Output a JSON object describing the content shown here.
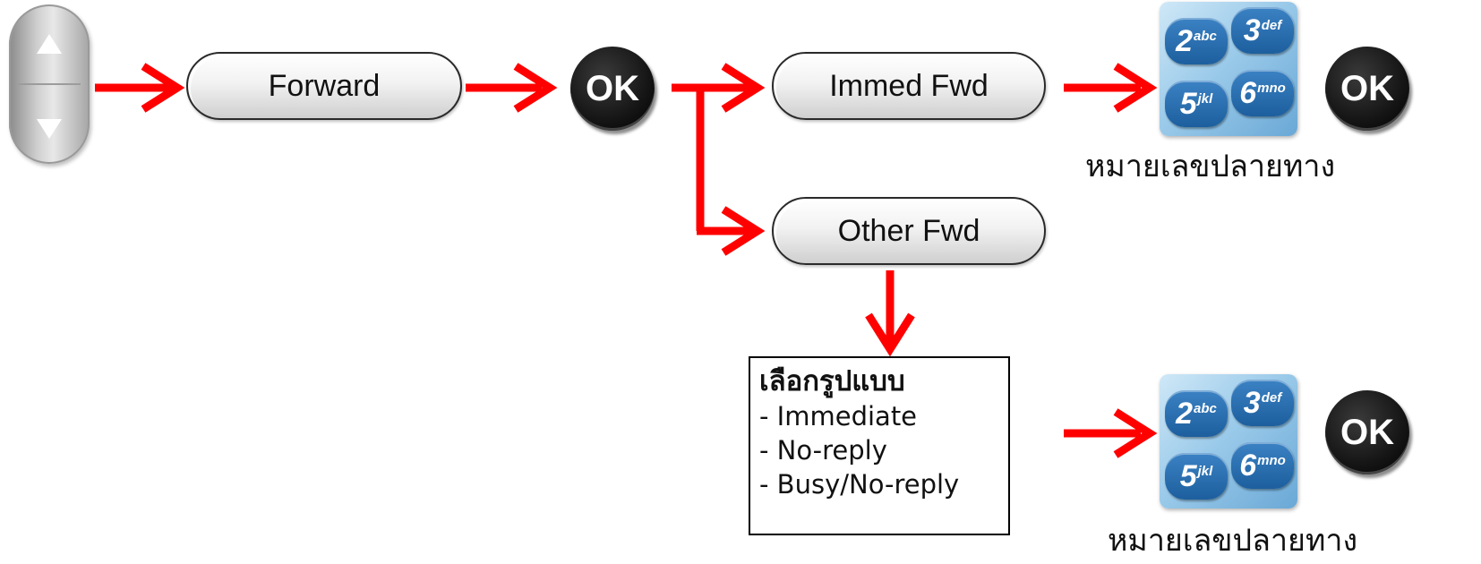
{
  "colors": {
    "arrow": "#ff0000",
    "ok_button": "#111111",
    "keypad": "#2f74b5"
  },
  "icons": {
    "nav": "navigation-rocker-icon",
    "keypad": "keypad-icon"
  },
  "softkeys": {
    "forward": "Forward",
    "immed_fwd": "Immed Fwd",
    "other_fwd": "Other Fwd"
  },
  "ok_label": "OK",
  "keypad_keys": [
    {
      "digit": "2",
      "letters": "abc"
    },
    {
      "digit": "3",
      "letters": "def"
    },
    {
      "digit": "5",
      "letters": "jkl"
    },
    {
      "digit": "6",
      "letters": "mno"
    }
  ],
  "destination_label": "หมายเลขปลายทาง",
  "options": {
    "title": "เลือกรูปแบบ",
    "items": [
      "- Immediate",
      "- No-reply",
      "- Busy/No-reply"
    ]
  }
}
